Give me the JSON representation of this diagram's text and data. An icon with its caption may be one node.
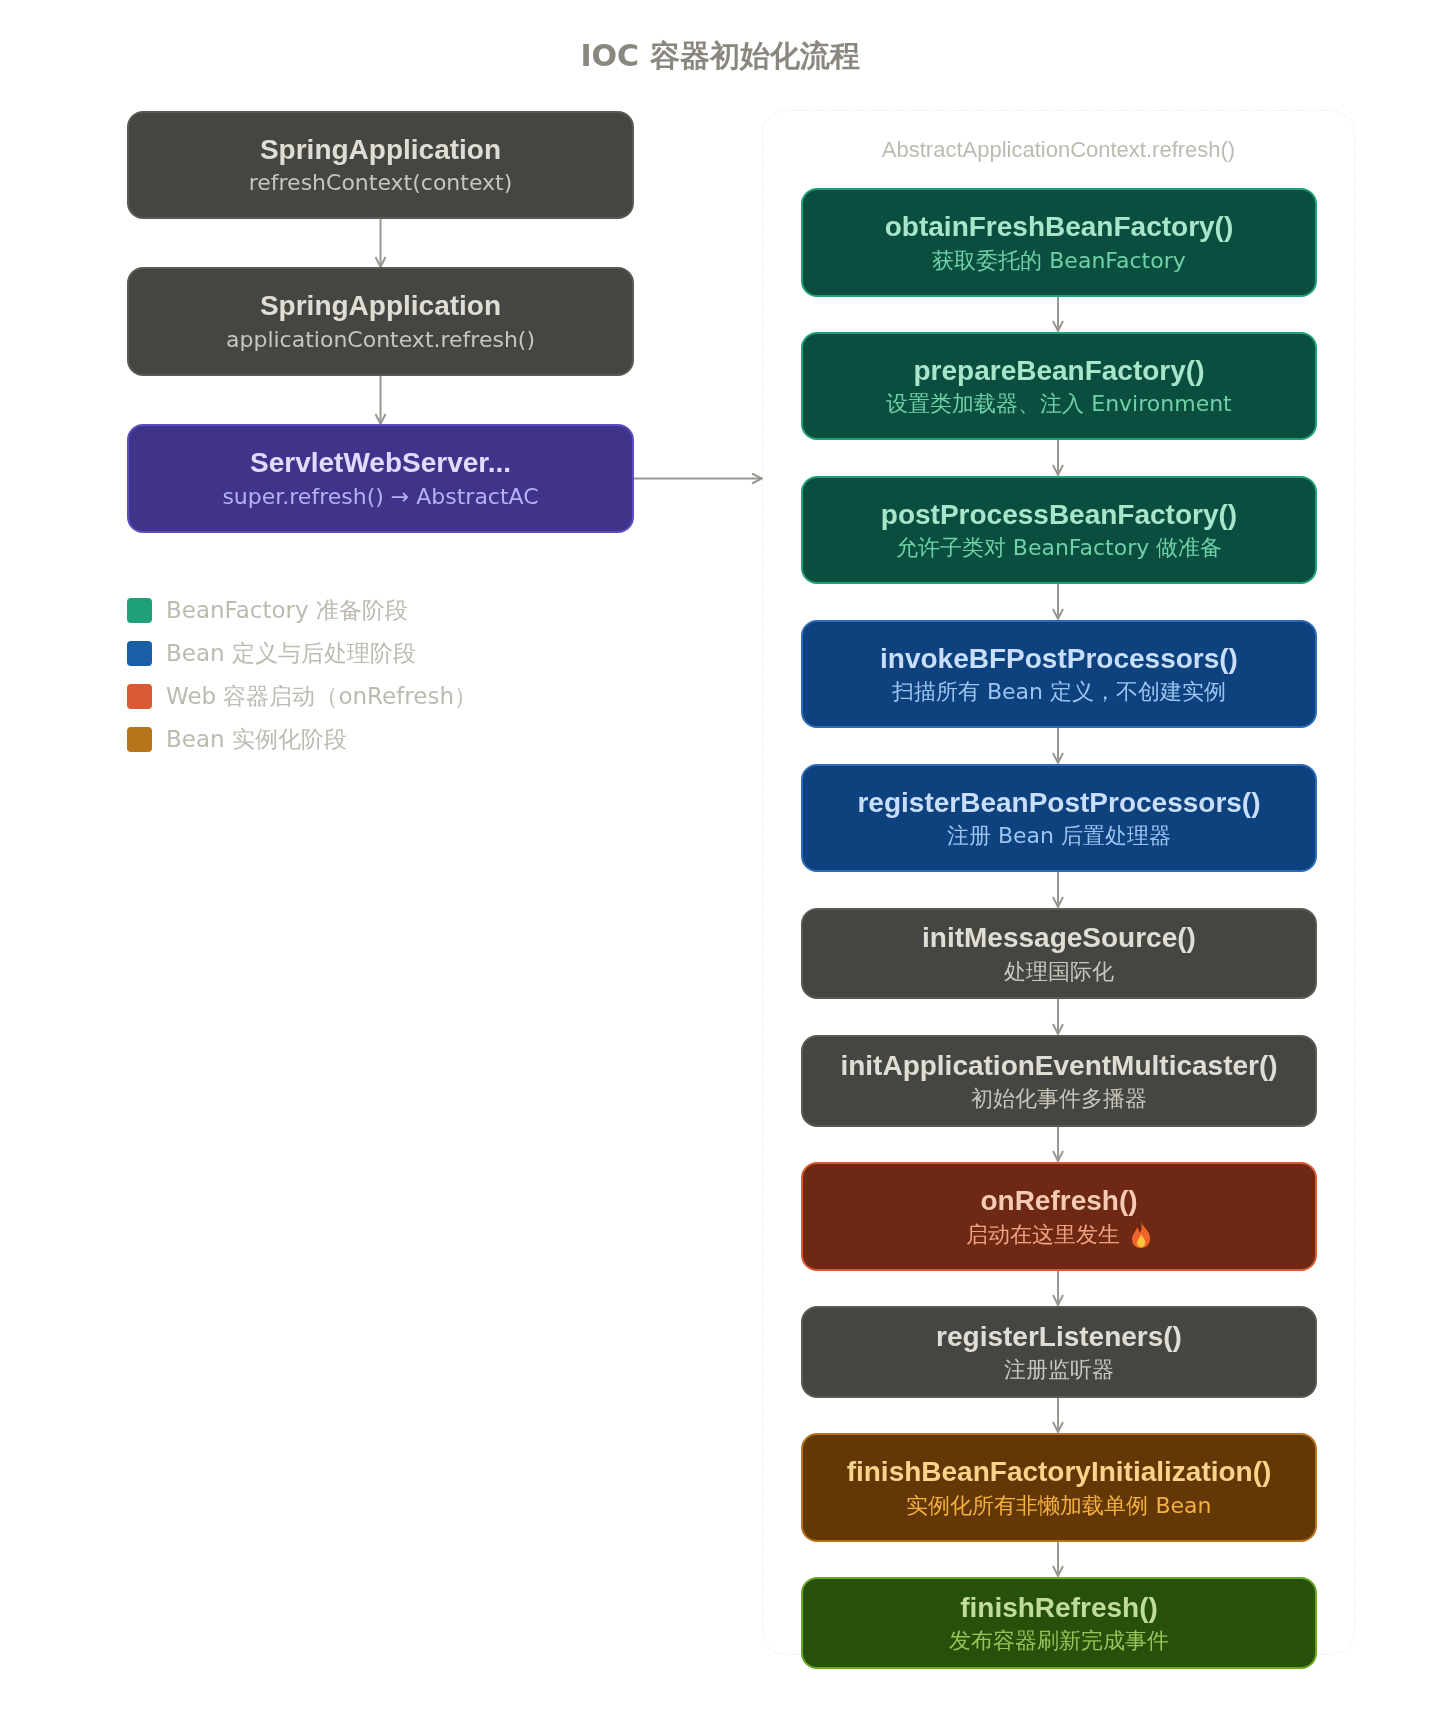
{
  "diagram": {
    "title": "IOC 容器初始化流程",
    "nodes": [
      {
        "text": [
          "SpringApplication",
          "refreshContext(context)"
        ]
      },
      {
        "text": [
          "SpringApplication",
          "applicationContext.refresh()"
        ]
      },
      {
        "text": [
          "ServletWebServer...",
          "super.refresh() → AbstractAC"
        ]
      },
      {
        "text": [
          "AbstractApplicationContext.refresh()"
        ]
      },
      {
        "text": [
          "obtainFreshBeanFactory()",
          "获取委托的 BeanFactory"
        ],
        "in": 3
      },
      {
        "text": [
          "prepareBeanFactory()",
          "设置类加载器、注入 Environment"
        ],
        "in": 3
      },
      {
        "text": [
          "postProcessBeanFactory()",
          "允许子类对 BeanFactory 做准备"
        ],
        "in": 3
      },
      {
        "text": [
          "invokeBFPostProcessors()",
          "扫描所有 Bean 定义，不创建实例"
        ],
        "in": 3
      },
      {
        "text": [
          "registerBeanPostProcessors()",
          "注册 Bean 后置处理器"
        ],
        "in": 3
      },
      {
        "text": [
          "initMessageSource()",
          "处理国际化"
        ],
        "in": 3
      },
      {
        "text": [
          "initApplicationEventMulticaster()",
          "初始化事件多播器"
        ],
        "in": 3
      },
      {
        "text": [
          "onRefresh()",
          "启动在这里发生"
        ],
        "in": 3
      },
      {
        "text": [
          "registerListeners()",
          "注册监听器"
        ],
        "in": 3
      },
      {
        "text": [
          "finishBeanFactoryInitialization()",
          "实例化所有非懒加载单例 Bean"
        ],
        "in": 3
      },
      {
        "text": [
          "finishRefresh()",
          "发布容器刷新完成事件"
        ],
        "in": 3
      }
    ],
    "edges": [
      {
        "from": 0,
        "to": 1,
        "arrow": "to"
      },
      {
        "from": 1,
        "to": 2,
        "arrow": "to"
      },
      {
        "from": 2,
        "to": 3,
        "arrow": "to"
      },
      {
        "from": 4,
        "to": 5,
        "arrow": "to"
      },
      {
        "from": 5,
        "to": 6,
        "arrow": "to"
      },
      {
        "from": 6,
        "to": 7,
        "arrow": "to"
      },
      {
        "from": 7,
        "to": 8,
        "arrow": "to"
      },
      {
        "from": 8,
        "to": 9,
        "arrow": "to"
      },
      {
        "from": 9,
        "to": 10,
        "arrow": "to"
      },
      {
        "from": 10,
        "to": 11,
        "arrow": "to"
      },
      {
        "from": 11,
        "to": 12,
        "arrow": "to"
      },
      {
        "from": 12,
        "to": 13,
        "arrow": "to"
      },
      {
        "from": 13,
        "to": 14,
        "arrow": "to"
      }
    ],
    "legend": [
      {
        "text": "BeanFactory 准备阶段",
        "color": "#1fa078"
      },
      {
        "text": "Bean 定义与后处理阶段",
        "color": "#1a5ea8"
      },
      {
        "text": "Web 容器启动（onRefresh）",
        "color": "#d95a35"
      },
      {
        "text": "Bean 实例化阶段",
        "color": "#b8741a"
      }
    ]
  }
}
